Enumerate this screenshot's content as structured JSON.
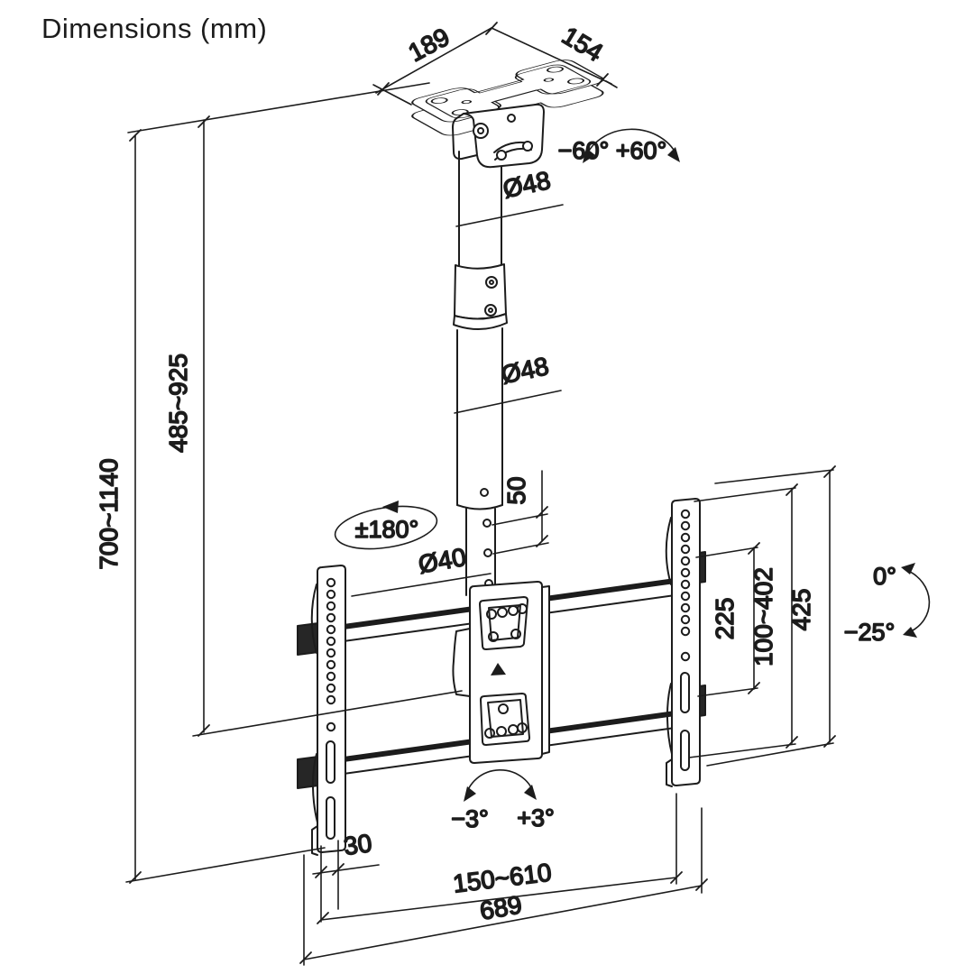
{
  "title": "Dimensions (mm)",
  "colors": {
    "ink": "#1c1c1c",
    "background": "#ffffff"
  },
  "labels": {
    "plate_width": "189",
    "plate_depth": "154",
    "swivel_range": "−60° +60°",
    "upper_pole_dia": "Ø48",
    "mid_pole_dia": "Ø48",
    "drop_inner": "485~925",
    "drop_overall": "700~1140",
    "rotation": "±180°",
    "hole_pitch": "50",
    "lower_pole_dia": "Ø40",
    "head_hole_span": "225",
    "vesa_height_range": "100~402",
    "bracket_height": "425",
    "tilt_zero": "0°",
    "tilt_down": "−25°",
    "level_minus": "−3°",
    "level_plus": "+3°",
    "bracket_offset": "30",
    "rail_span_range": "150~610",
    "overall_width": "689"
  }
}
